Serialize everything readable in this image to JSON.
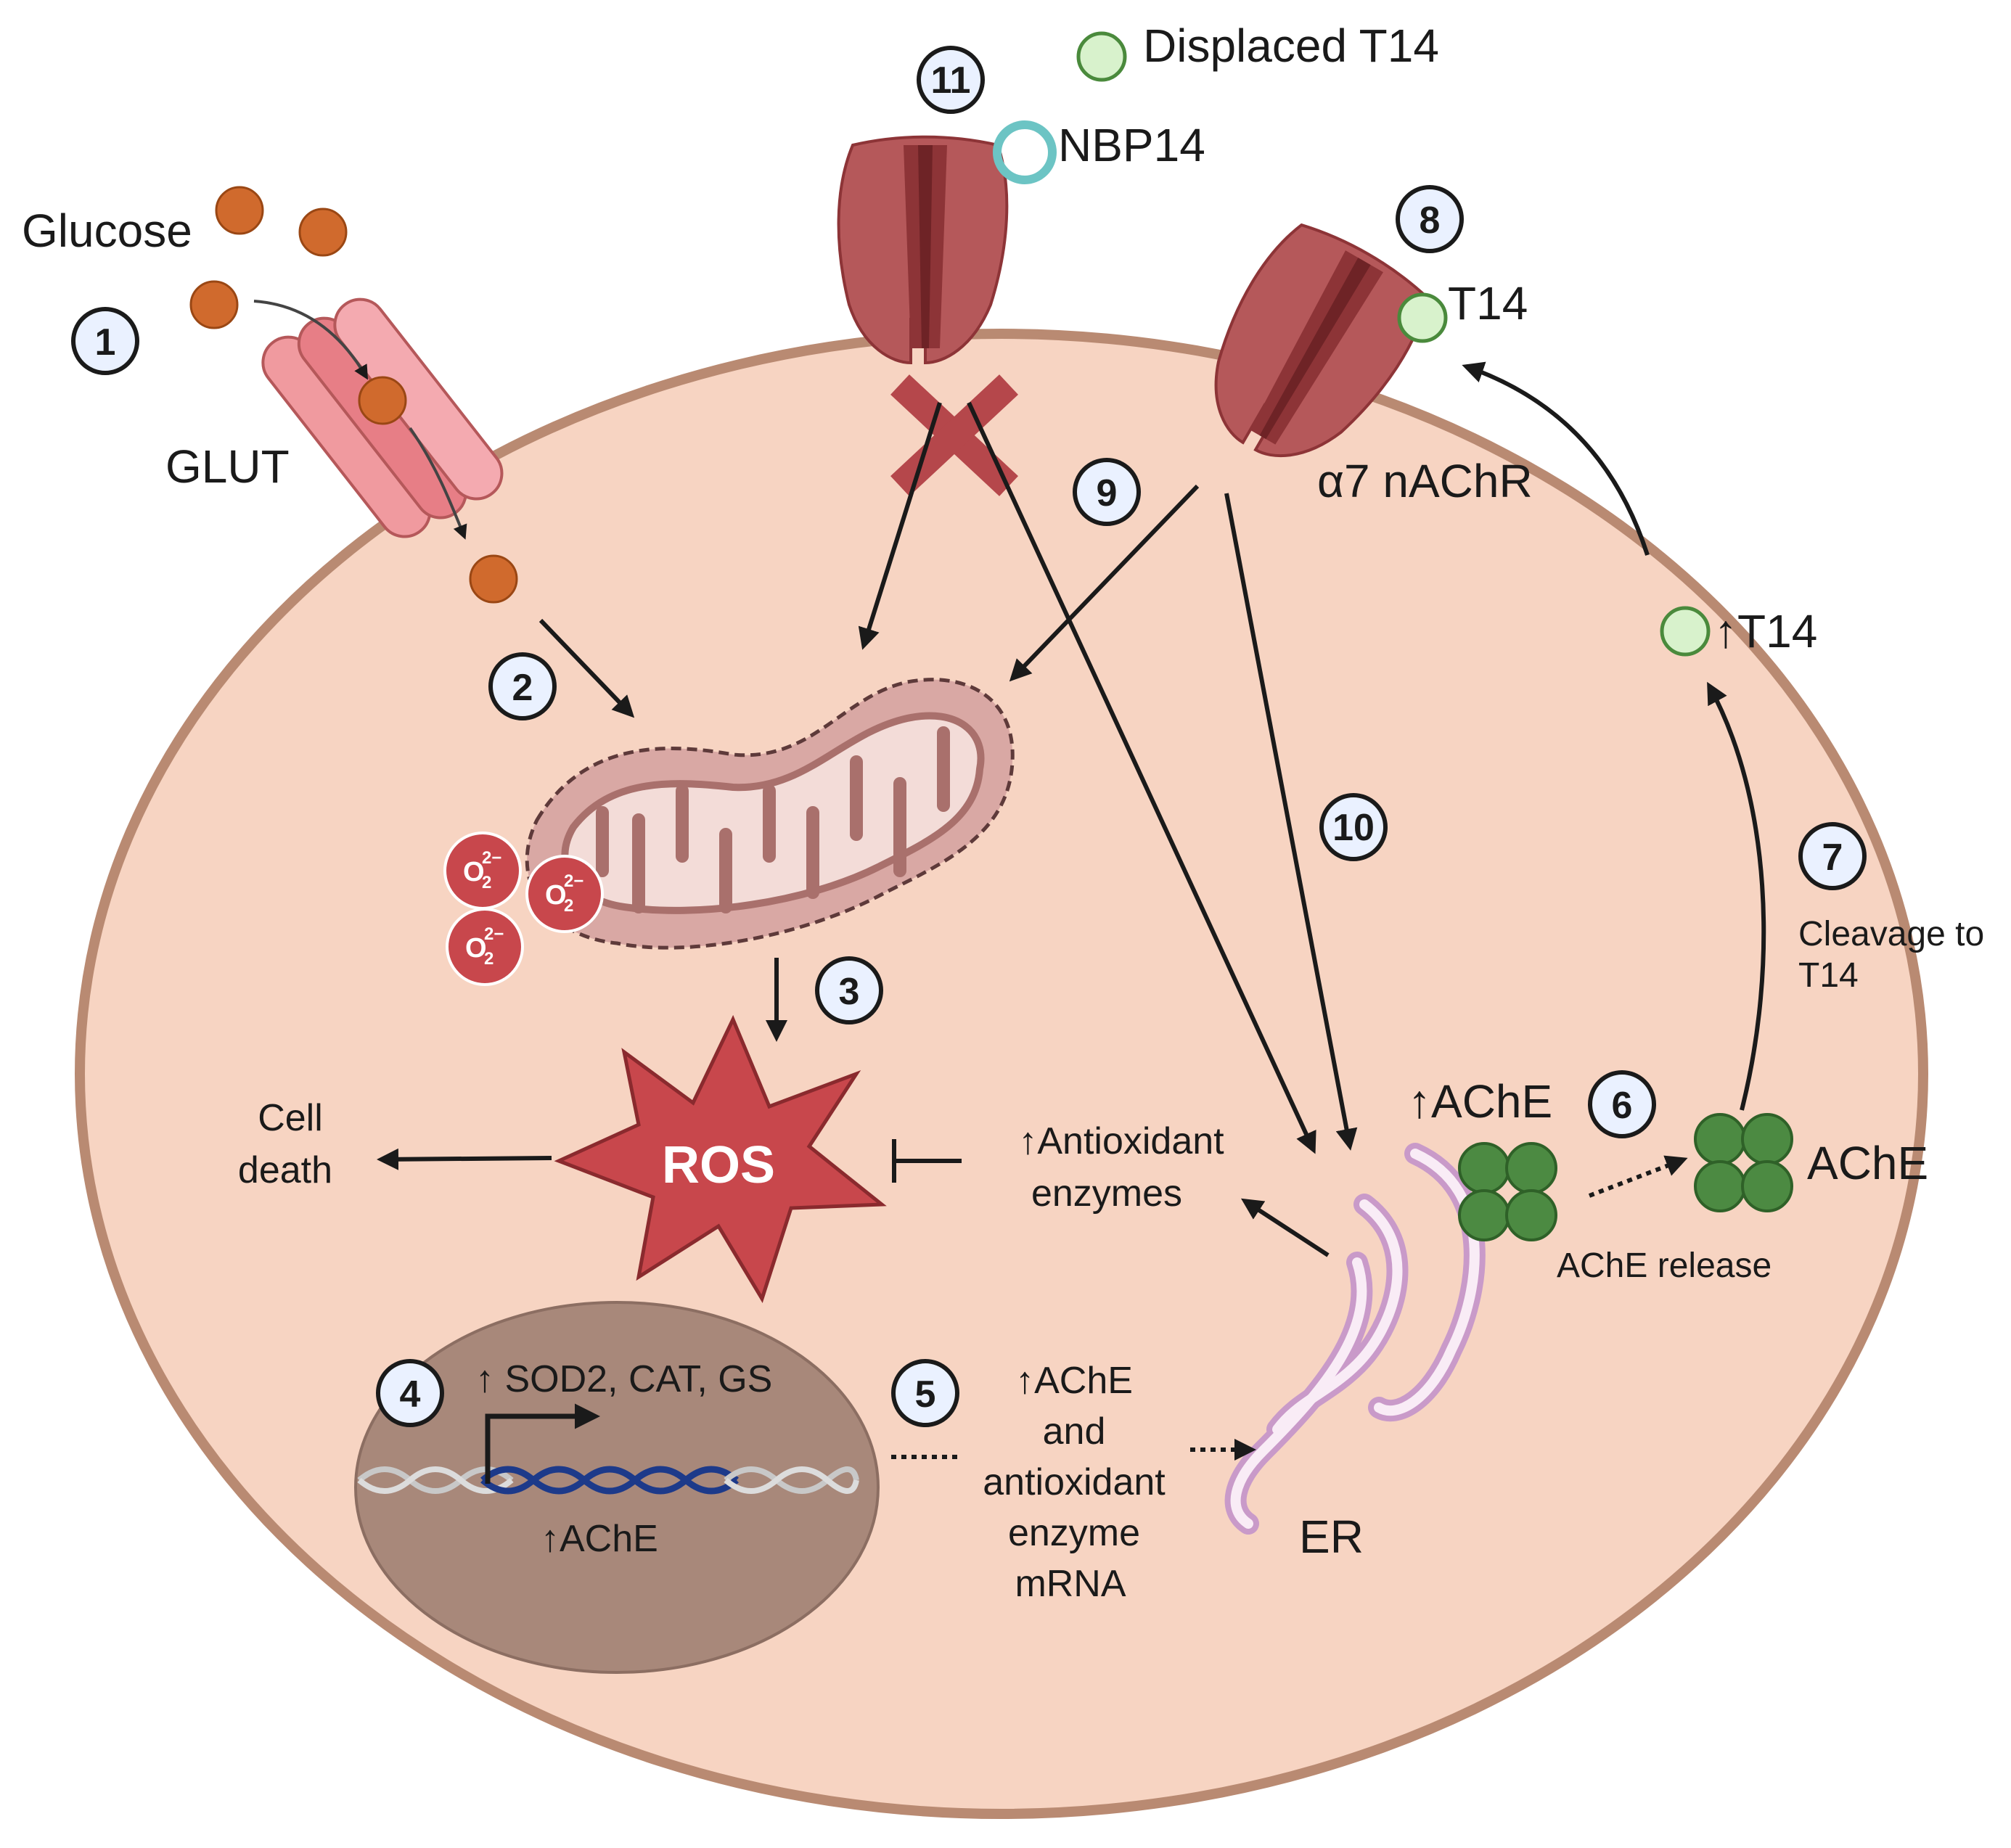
{
  "colors": {
    "cell_fill": "#f7d4c2",
    "cell_border": "#b98a72",
    "nucleus_fill": "#a8887a",
    "receptor": "#b5585a",
    "receptor_dark": "#8d3437",
    "glut": "#f09a9f",
    "glucose": "#d06a2d",
    "t14": "#d8f2cc",
    "t14_border": "#4a8a3c",
    "nbp14_ring": "#6cc4c4",
    "ache": "#4c8a42",
    "ros": "#c8474c",
    "er": "#c99ac9",
    "mito_outer": "#d9a8a4",
    "mito_inner": "#f3dcd8"
  },
  "labels": {
    "glucose": "Glucose",
    "glut": "GLUT",
    "nbp14": "NBP14",
    "displaced_t14": "Displaced T14",
    "t14_bound": "T14",
    "a7nachr": "α7 nAChR",
    "t14_up": "↑T14",
    "cleavage_line1": "Cleavage to",
    "cleavage_line2": "T14",
    "ache_free": "AChE",
    "ache_release": "AChE release",
    "ache_up_er": "↑AChE",
    "er": "ER",
    "antiox_line1": "↑Antioxidant",
    "antiox_line2": "enzymes",
    "cell_death_line1": "Cell",
    "cell_death_line2": "death",
    "ros": "ROS",
    "superoxide": "O",
    "superoxide_sub": "2",
    "superoxide_sup": "2−",
    "genes": "↑ SOD2, CAT, GS",
    "ache_gene": "↑AChE",
    "mrna_line1": "↑AChE",
    "mrna_line2": "and",
    "mrna_line3": "antioxidant",
    "mrna_line4": "enzyme",
    "mrna_line5": "mRNA"
  },
  "steps": [
    "1",
    "2",
    "3",
    "4",
    "5",
    "6",
    "7",
    "8",
    "9",
    "10",
    "11"
  ]
}
